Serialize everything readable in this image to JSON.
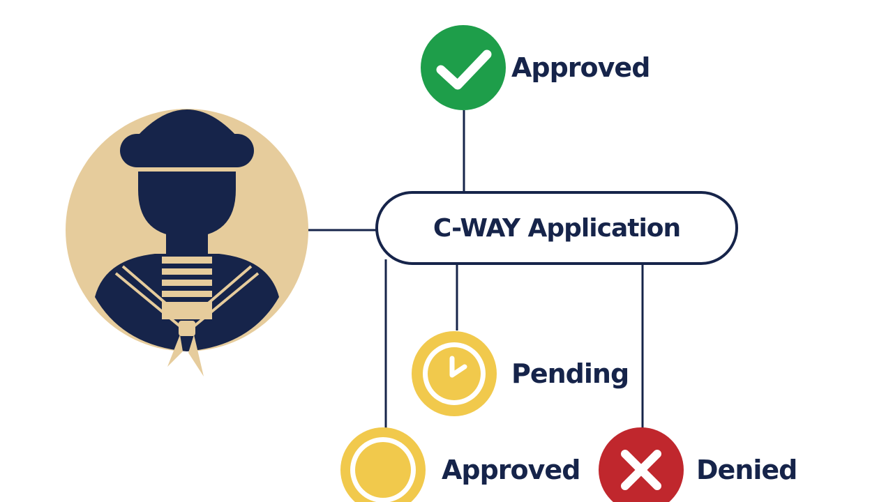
{
  "center": {
    "label": "C-WAY Application"
  },
  "nodes": {
    "approved_top": {
      "label": "Approved",
      "color": "#1e9e4a",
      "icon": "check-icon"
    },
    "pending": {
      "label": "Pending",
      "color": "#f1c94c",
      "icon": "clock-icon"
    },
    "approved_bottom": {
      "label": "Approved",
      "color": "#f1c94c",
      "icon": "circle-icon"
    },
    "denied": {
      "label": "Denied",
      "color": "#c0272d",
      "icon": "x-icon"
    }
  },
  "colors": {
    "navy": "#16244a",
    "tan": "#e6cc9c",
    "line": "#16244a"
  },
  "avatar": {
    "icon": "sailor-icon"
  }
}
